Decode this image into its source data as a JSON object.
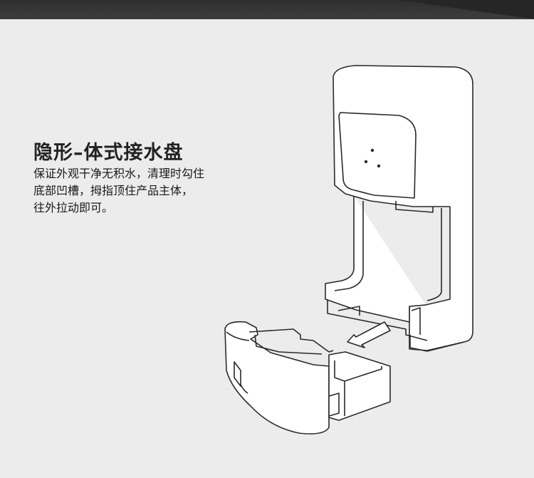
{
  "header": {
    "band_color": "#333333"
  },
  "feature": {
    "title": "隐形–体式接水盘",
    "description_lines": [
      "保证外观干净无积水，清理时勾住",
      "底部凹槽，拇指顶住产品主体，",
      "往外拉动即可。"
    ]
  },
  "colors": {
    "background": "#ececec",
    "line": "#2a2a2a",
    "product_fill": "#ffffff"
  },
  "illustration": {
    "subject": "hand dryer with detachable drip tray",
    "arrow": "pull-out direction arrow"
  }
}
